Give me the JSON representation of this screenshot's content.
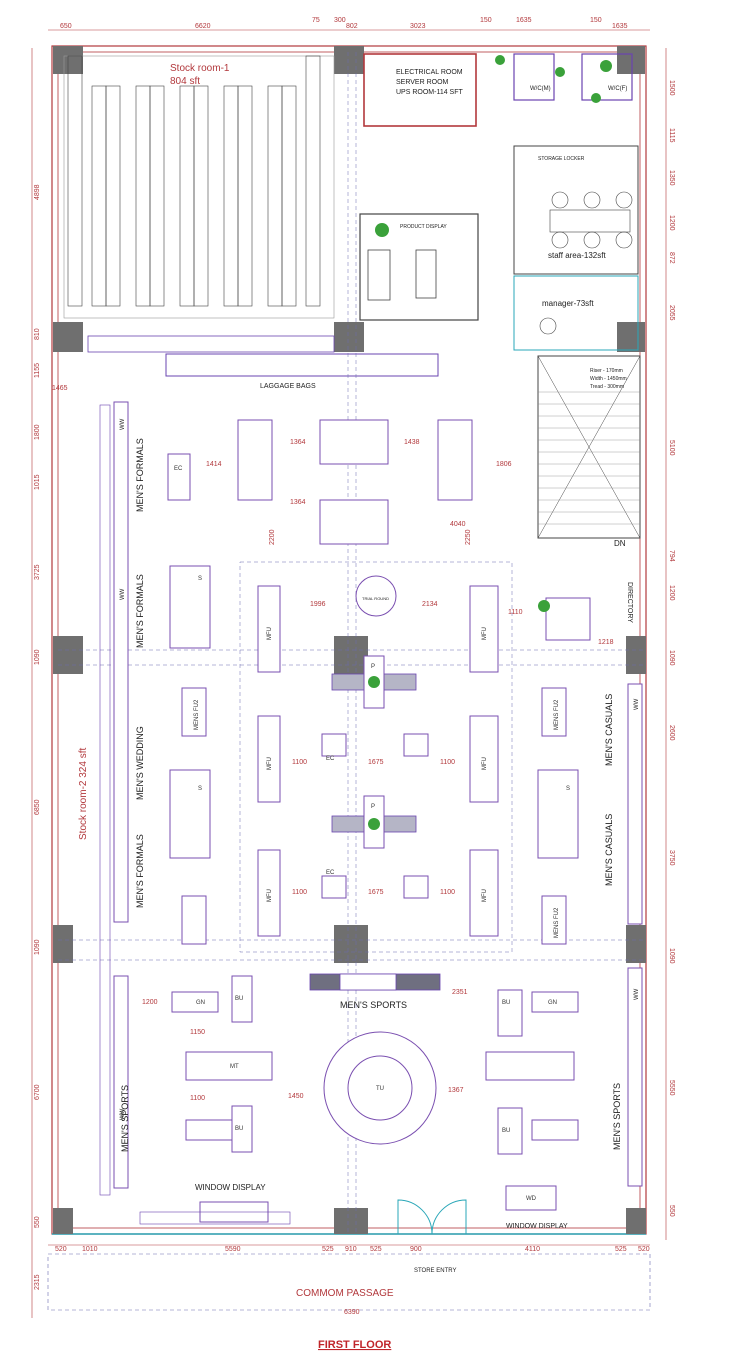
{
  "title": "FIRST FLOOR",
  "rooms": {
    "stock1_name": "Stock room-1",
    "stock1_area": "804 sft",
    "electrical_1": "ELECTRICAL ROOM",
    "electrical_2": "SERVER ROOM",
    "electrical_3": "UPS ROOM-114 SFT",
    "wc1": "W/C(M)",
    "wc2": "W/C(F)",
    "storage_locker": "STORAGE LOCKER",
    "staff_area": "staff area-132sft",
    "manager": "manager-73sft",
    "product_display": "PRODUCT DISPLAY",
    "stock2": "Stock room-2 324 sft",
    "common_passage": "COMMOM PASSAGE",
    "store_entry": "STORE ENTRY",
    "laggage_bags": "LAGGAGE BAGS",
    "stair_riser": "Riser - 170mm",
    "stair_width": "Width - 1450mm",
    "stair_tread": "Tread - 300mm",
    "stair_dn": "DN"
  },
  "zones": {
    "mens_formals_top": "MEN'S FORMALS",
    "mens_formals_mid": "MEN'S FORMALS",
    "mens_wedding": "MEN'S WEDDING",
    "mens_formals_low": "MEN'S FORMALS",
    "mens_casuals_1": "MEN'S CASUALS",
    "mens_casuals_2": "MEN'S CASUALS",
    "mens_sports_left": "MEN'S SPORTS",
    "mens_sports_center": "MEN'S SPORTS",
    "mens_sports_right": "MEN'S SPORTS",
    "window_display_left": "WINDOW DISPLAY",
    "window_display_right": "WINDOW DISPLAY",
    "trial_round": "TRIAL ROUND",
    "directory": "DIRECTORY"
  },
  "top_dims": [
    "650",
    "6620",
    "75",
    "300",
    "802",
    "3023",
    "150",
    "1635",
    "150",
    "1635"
  ],
  "bottom_dims": [
    "520",
    "1010",
    "5590",
    "525",
    "910",
    "525",
    "900",
    "4110",
    "525",
    "520"
  ],
  "passage_dim": "6390",
  "left_dims": [
    "4898",
    "810",
    "1155",
    "1465",
    "1800",
    "1015",
    "3725",
    "1090",
    "6850",
    "1090",
    "6700",
    "550",
    "2315"
  ],
  "right_dims": [
    "1500",
    "1115",
    "1350",
    "1200",
    "872",
    "2055",
    "5100",
    "794",
    "1200",
    "1090",
    "2600",
    "3750",
    "1090",
    "5550",
    "550"
  ],
  "center_dims": [
    "1364",
    "1438",
    "1414",
    "1806",
    "1364",
    "4040",
    "2200",
    "2250",
    "1996",
    "2134",
    "1110",
    "1218",
    "1100",
    "1675",
    "1100",
    "1100",
    "1675",
    "1100",
    "2351",
    "1450",
    "1367",
    "1150",
    "1100",
    "1200"
  ],
  "fixture_labels": {
    "w": "WW",
    "s": "S",
    "gn": "GN",
    "ec": "EC",
    "mt": "MT",
    "tu": "TU",
    "bu": "BU",
    "wd": "WD",
    "p": "P",
    "mfu": "MFU",
    "mens_f": "MENS FU2"
  }
}
